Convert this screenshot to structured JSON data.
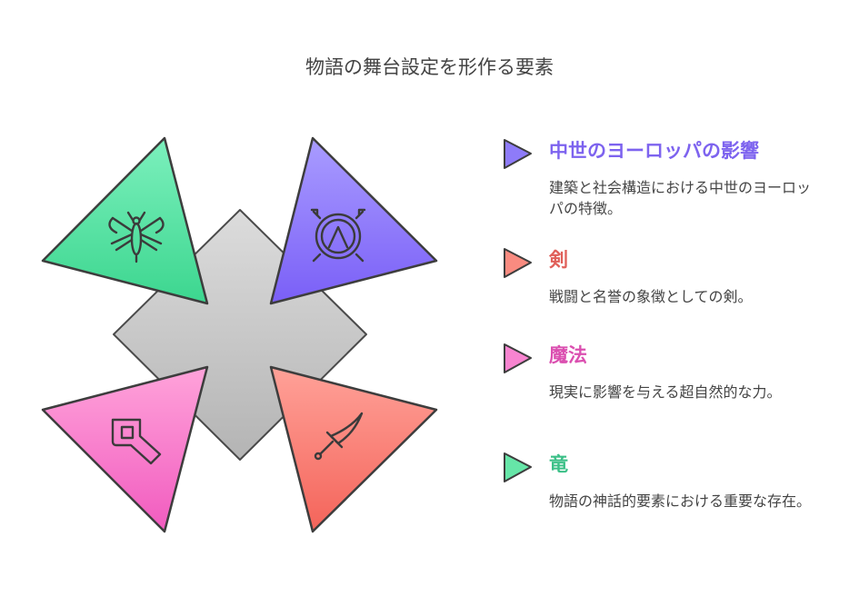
{
  "title": "物語の舞台設定を形作る要素",
  "colors": {
    "purple": "#8a74f5",
    "red": "#e66b5e",
    "pink": "#e05ab4",
    "green": "#3fc98a",
    "center": "#c9c9c9"
  },
  "items": [
    {
      "heading": "中世のヨーロッパの影響",
      "description": "建築と社会構造における中世のヨーロッパの特徴。",
      "icon": "spartan-helmet-icon",
      "color": "#7f66f0"
    },
    {
      "heading": "剣",
      "description": "戦闘と名誉の象徴としての剣。",
      "icon": "sword-icon",
      "color": "#e0605a"
    },
    {
      "heading": "魔法",
      "description": "現実に影響を与える超自然的な力。",
      "icon": "magic-wand-icon",
      "color": "#db4fb0"
    },
    {
      "heading": "竜",
      "description": "物語の神話的要素における重要な存在。",
      "icon": "dragon-insect-icon",
      "color": "#3cc088"
    }
  ]
}
